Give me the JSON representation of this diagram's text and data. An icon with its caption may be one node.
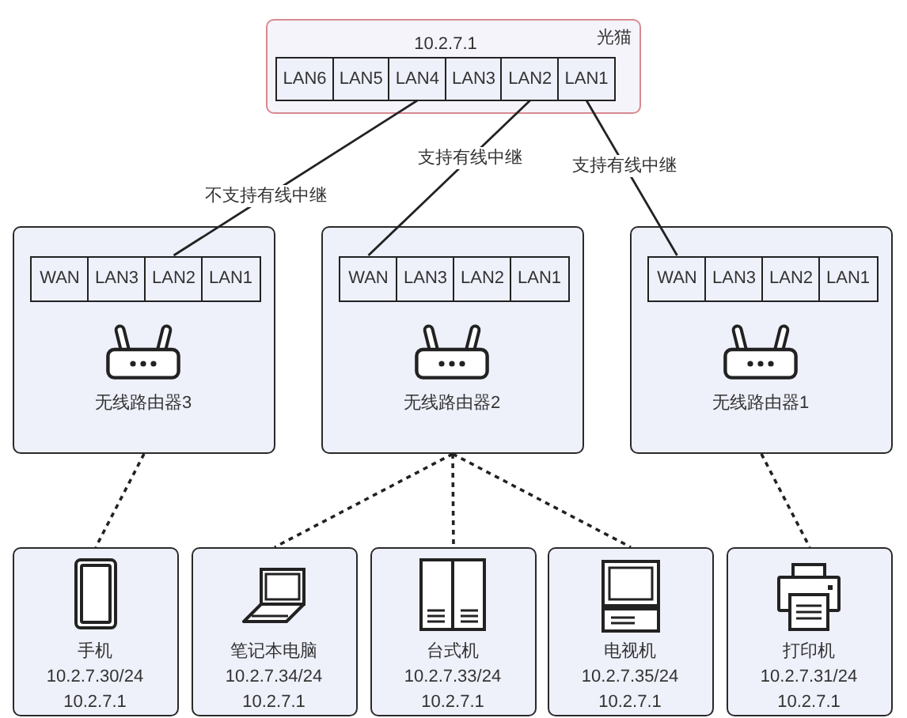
{
  "diagram": {
    "nodes": [
      {
        "text": [
          "10.2.7.1",
          "光猫"
        ]
      },
      {
        "text": [
          "LAN6"
        ],
        "in": 0
      },
      {
        "text": [
          "LAN5"
        ],
        "in": 0
      },
      {
        "text": [
          "LAN4"
        ],
        "in": 0
      },
      {
        "text": [
          "LAN3"
        ],
        "in": 0
      },
      {
        "text": [
          "LAN2"
        ],
        "in": 0
      },
      {
        "text": [
          "LAN1"
        ],
        "in": 0
      },
      {
        "text": [
          "无线路由器3"
        ]
      },
      {
        "text": [
          "WAN"
        ],
        "in": 7
      },
      {
        "text": [
          "LAN3"
        ],
        "in": 7
      },
      {
        "text": [
          "LAN2"
        ],
        "in": 7
      },
      {
        "text": [
          "LAN1"
        ],
        "in": 7
      },
      {
        "text": [
          "无线路由器2"
        ]
      },
      {
        "text": [
          "WAN"
        ],
        "in": 12
      },
      {
        "text": [
          "LAN3"
        ],
        "in": 12
      },
      {
        "text": [
          "LAN2"
        ],
        "in": 12
      },
      {
        "text": [
          "LAN1"
        ],
        "in": 12
      },
      {
        "text": [
          "无线路由器1"
        ]
      },
      {
        "text": [
          "WAN"
        ],
        "in": 17
      },
      {
        "text": [
          "LAN3"
        ],
        "in": 17
      },
      {
        "text": [
          "LAN2"
        ],
        "in": 17
      },
      {
        "text": [
          "LAN1"
        ],
        "in": 17
      },
      {
        "text": [
          "手机",
          "10.2.7.30/24",
          "10.2.7.1"
        ]
      },
      {
        "text": [
          "笔记本电脑",
          "10.2.7.34/24",
          "10.2.7.1"
        ]
      },
      {
        "text": [
          "台式机",
          "10.2.7.33/24",
          "10.2.7.1"
        ]
      },
      {
        "text": [
          "电视机",
          "10.2.7.35/24",
          "10.2.7.1"
        ]
      },
      {
        "text": [
          "打印机",
          "10.2.7.31/24",
          "10.2.7.1"
        ]
      }
    ],
    "edges": [
      {
        "from": 3,
        "to": 10,
        "arrow": "none",
        "label": "不支持有线中继"
      },
      {
        "from": 5,
        "to": 13,
        "arrow": "none",
        "label": "支持有线中继"
      },
      {
        "from": 6,
        "to": 18,
        "arrow": "none",
        "label": "支持有线中继"
      },
      {
        "from": 7,
        "to": 22,
        "arrow": "none",
        "style": "dashed"
      },
      {
        "from": 12,
        "to": 23,
        "arrow": "none",
        "style": "dashed"
      },
      {
        "from": 12,
        "to": 24,
        "arrow": "none",
        "style": "dashed"
      },
      {
        "from": 12,
        "to": 25,
        "arrow": "none",
        "style": "dashed"
      },
      {
        "from": 17,
        "to": 26,
        "arrow": "none",
        "style": "dashed"
      }
    ]
  }
}
